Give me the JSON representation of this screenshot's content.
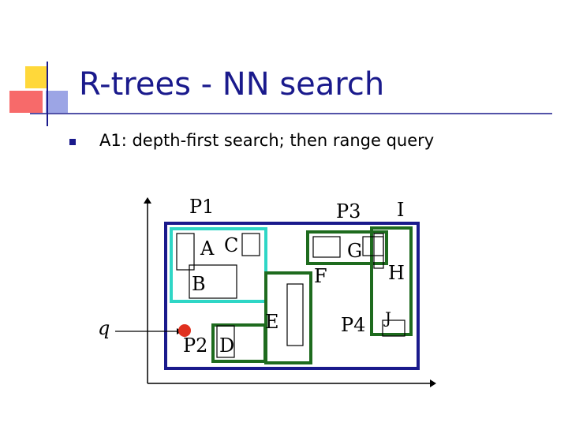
{
  "slide": {
    "title": "R-trees - NN search",
    "bullets": [
      "A1: depth-first search; then range query"
    ]
  },
  "diagram": {
    "labels": {
      "P1": "P1",
      "P2": "P2",
      "P3": "P3",
      "P4": "P4",
      "A": "A",
      "B": "B",
      "C": "C",
      "D": "D",
      "E": "E",
      "F": "F",
      "G": "G",
      "H": "H",
      "I": "I",
      "J": "J",
      "q": "q"
    },
    "colors": {
      "title": "#1a1a8c",
      "P1": "#2fd6c6",
      "P2": "#1e6b1e",
      "P3": "#1a1a8c",
      "P4": "#1e6b1e",
      "leaf": "#000000",
      "query_point": "#e0301e"
    }
  }
}
